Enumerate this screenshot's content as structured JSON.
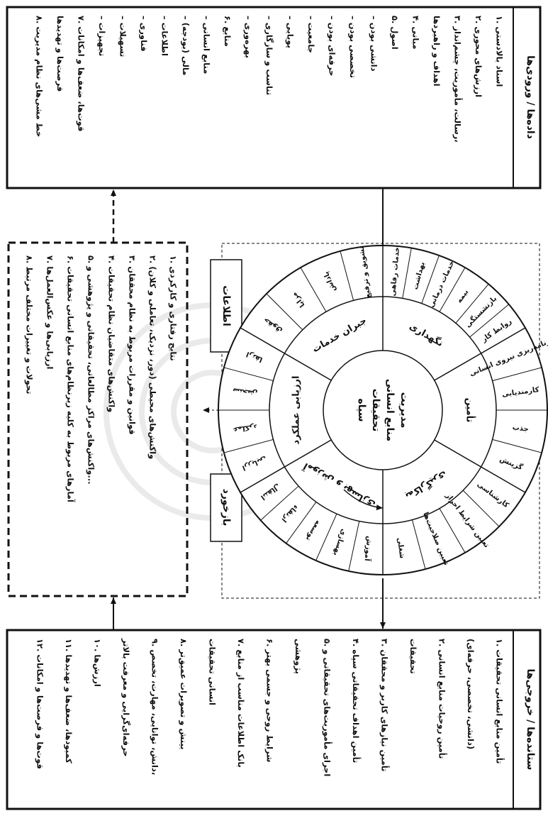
{
  "inputs": {
    "title": "داده‌ها / ورودی‌ها",
    "items": [
      "۱. اسناد بالادستی",
      "۲. ارزش‌های محوری",
      "۳. رسالت، مأموریت، چشم‌انداز،",
      "اهداف و راهبردها",
      "۴. مبانی",
      "۵. اصول",
      "– دانشی بودن",
      "– تخصصی بودن",
      "– حرفه‌ای بودن",
      "– جامعیت",
      "– پویایی",
      "– تناسب و سازگاری",
      "– بهره‌وری",
      "۶. منابع",
      "– منابع انسانی",
      "– مالی (بودجه)",
      "– اطلاعات",
      "– فناوری",
      "– تسهیلات",
      "– تجهیزات",
      "۷. قوت‌ها، ضعف‌ها و امکانات",
      "فرصت‌ها و تهدیدها",
      "۸. خط مشی‌های نظام مدیریت"
    ]
  },
  "outputs": {
    "title": "ستانده‌ها / خروجی‌ها",
    "items": [
      "۱. تأمین منابع انسانی تحقیقات",
      "(دانشی، تخصصی، حرفه‌ای)",
      "۲. تأمین روحیات منابع انسانی",
      "تحقیقات",
      "۳. تأمین نیازهای کاربر و محققان",
      "۴. تأمین اهداف تحقیقاتی سپاه",
      "۵. اجرای مأموریت‌های تحقیقاتی و",
      "پژوهشی",
      "۶. شرایط روحی و جسمی بهتر",
      "۷. بانک اطلاعات مناسب از منابع",
      "انسانی تحقیقات",
      "۸. بینش و تصویرات عمیق‌تر",
      "۹. دانش، توانایی، مهارت، تخصص،",
      "حرفه‌ای‌گرایی و معرفت بالاتر",
      "۱۰. ارزش‌ها",
      "۱۱. کمبودها، ضعف‌ها و تهدیدها",
      "۱۲. قوت‌ها و فرصت‌ها و امکانات"
    ]
  },
  "environment": {
    "items": [
      "۱. نتایج رفتاری و کارکردی",
      "۲. واکنش‌های محیطی (دور، نزدیک، تعاملی و کلان)",
      "۳. قوانین و مقررات مربوط به نظام محققان",
      "۴. واکنش‌های متقاضیان نظام تحقیقات",
      "۵. واکنش‌های مراکز مطالعاتی، تحقیقاتی و پژوهشی و...",
      "۶. آمارهای مربوط به کلیه زیرنظام‌های منابع انسانی تحقیقات",
      "۷. ارزیابی‌ها و عکس‌العمل‌ها",
      "۸. تحولات و تغییرات مختلف مرتبط"
    ]
  },
  "labels": {
    "information": "اطلاعات",
    "feedback": "بازخورد"
  },
  "wheel": {
    "center": [
      "مدیریت",
      "منابع انسانی",
      "تحقیقات",
      "سپاه"
    ],
    "sectors": [
      {
        "name": "نگهداری",
        "items": [
          "خدمات رفاهی",
          "بهداشت",
          "خدمات درمانی",
          "بیمه",
          "بازنشستگی",
          "روابط کار"
        ]
      },
      {
        "name": "تأمین",
        "items": [
          "برنامه‌ریزی نیروی انسانی",
          "کارمندیابی",
          "جذب",
          "گزینش"
        ]
      },
      {
        "name": "به‌کارگیری",
        "items": [
          "کارشناسی",
          "تعیین شرایط احراز",
          "تعیین صلاحیت‌ها",
          "شغلی"
        ]
      },
      {
        "name": "آموزش و بهسازی",
        "items": [
          "آموزش",
          "بهسازی",
          "توسعه",
          "ارتقاء",
          "انتقال"
        ]
      },
      {
        "name": "ارزیابی عملکرد",
        "items": [
          "ارزیابی",
          "عملکرد",
          "سنجش",
          "ارتقا"
        ]
      },
      {
        "name": "جبران خدمات",
        "items": [
          "حقوق",
          "مزایا",
          "پاداش",
          "تشویق و ترفیع"
        ]
      }
    ]
  }
}
